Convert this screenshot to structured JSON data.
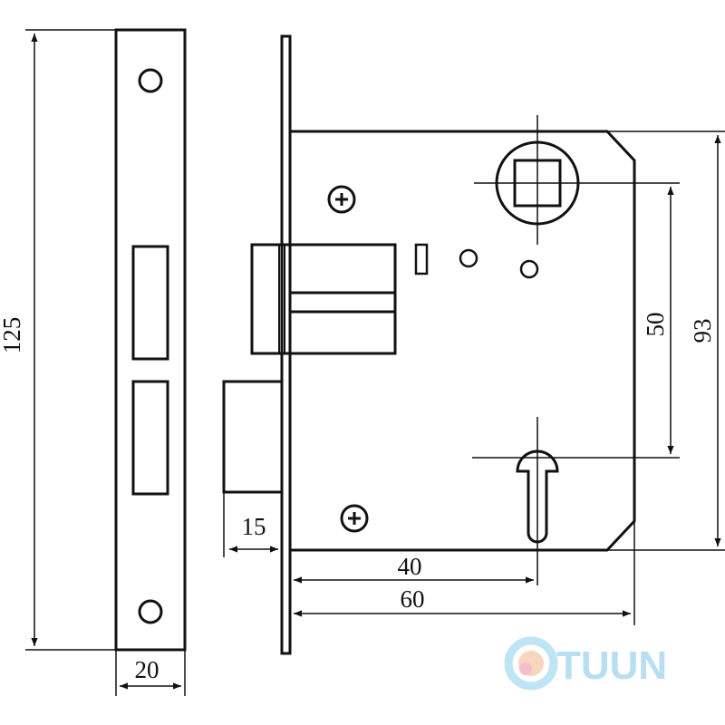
{
  "dimensions": {
    "faceplate_length": "125",
    "faceplate_width": "20",
    "latch_projection": "15",
    "backset_keyway": "40",
    "backset": "60",
    "center_distance": "50",
    "case_height": "93"
  },
  "watermark": {
    "text": "TUUN"
  },
  "colors": {
    "line": "#111111",
    "watermark": "#9fd4ee",
    "background": "#ffffff"
  }
}
